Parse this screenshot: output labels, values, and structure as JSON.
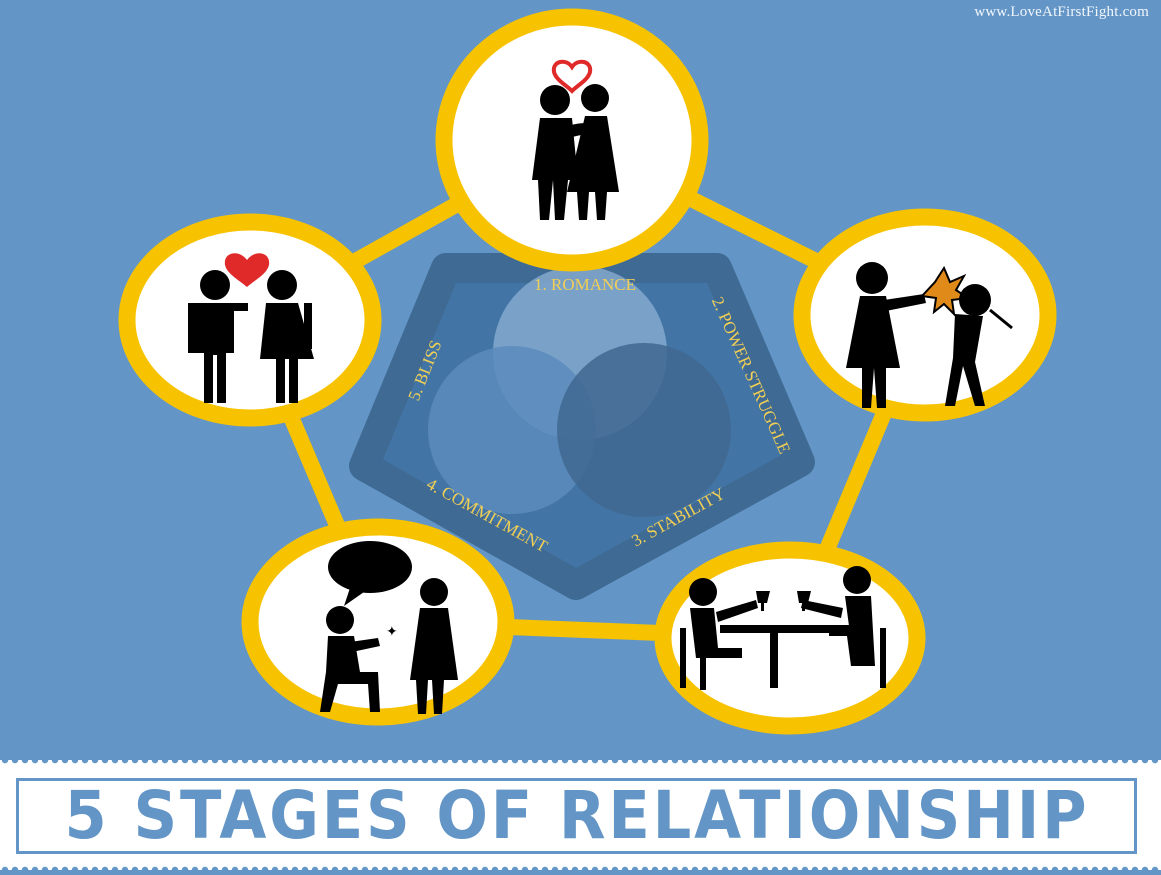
{
  "watermark": "www.LoveAtFirstFight.com",
  "title": "5 STAGES OF RELATIONSHIP",
  "colors": {
    "background": "#6396c6",
    "ring": "#f7c300",
    "pentagon": "#3f6a94",
    "pentagon_text": "#f1cf55",
    "heart": "#e02a2a",
    "figure": "#000000"
  },
  "stages": [
    {
      "label": "1. ROMANCE",
      "icon": "kissing-couple-icon"
    },
    {
      "label": "2. POWER STRUGGLE",
      "icon": "punching-couple-icon"
    },
    {
      "label": "3. STABILITY",
      "icon": "dinner-toast-couple-icon"
    },
    {
      "label": "4. COMMITMENT",
      "icon": "proposal-couple-icon"
    },
    {
      "label": "5. BLISS",
      "icon": "holding-hands-couple-icon"
    }
  ]
}
